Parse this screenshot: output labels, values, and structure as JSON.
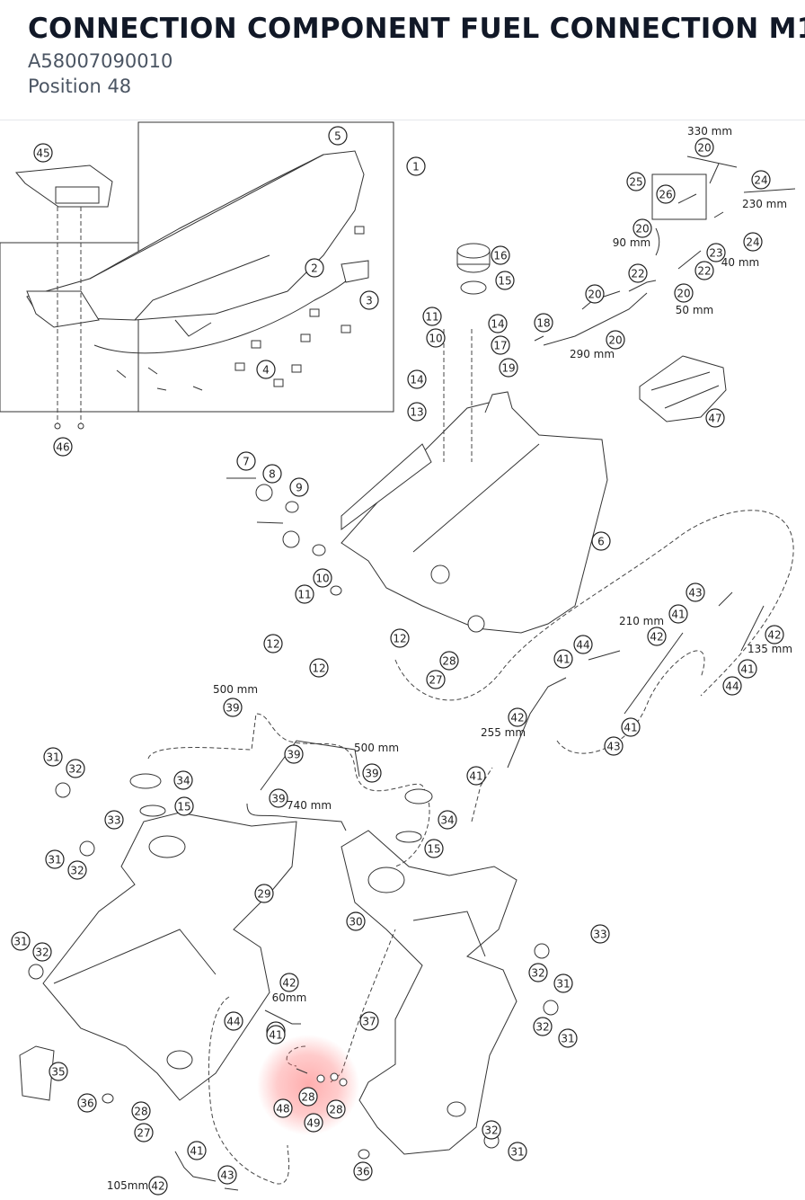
{
  "header": {
    "title": "CONNECTION COMPONENT FUEL CONNECTION M1",
    "part_number": "A58007090010",
    "position": "Position 48"
  },
  "highlight": {
    "position": "48",
    "color": "#ff6b6b"
  },
  "callouts": [
    {
      "n": "45"
    },
    {
      "n": "5"
    },
    {
      "n": "1"
    },
    {
      "n": "2"
    },
    {
      "n": "3"
    },
    {
      "n": "4"
    },
    {
      "n": "46"
    },
    {
      "n": "20"
    },
    {
      "n": "26"
    },
    {
      "n": "25"
    },
    {
      "n": "24"
    },
    {
      "n": "20"
    },
    {
      "n": "23"
    },
    {
      "n": "24"
    },
    {
      "n": "22"
    },
    {
      "n": "22"
    },
    {
      "n": "20"
    },
    {
      "n": "20"
    },
    {
      "n": "18"
    },
    {
      "n": "20"
    },
    {
      "n": "16"
    },
    {
      "n": "15"
    },
    {
      "n": "11"
    },
    {
      "n": "10"
    },
    {
      "n": "14"
    },
    {
      "n": "17"
    },
    {
      "n": "19"
    },
    {
      "n": "14"
    },
    {
      "n": "13"
    },
    {
      "n": "47"
    },
    {
      "n": "7"
    },
    {
      "n": "8"
    },
    {
      "n": "9"
    },
    {
      "n": "6"
    },
    {
      "n": "10"
    },
    {
      "n": "11"
    },
    {
      "n": "12"
    },
    {
      "n": "12"
    },
    {
      "n": "12"
    },
    {
      "n": "43"
    },
    {
      "n": "41"
    },
    {
      "n": "41"
    },
    {
      "n": "42"
    },
    {
      "n": "42"
    },
    {
      "n": "44"
    },
    {
      "n": "41"
    },
    {
      "n": "41"
    },
    {
      "n": "44"
    },
    {
      "n": "28"
    },
    {
      "n": "27"
    },
    {
      "n": "39"
    },
    {
      "n": "39"
    },
    {
      "n": "39"
    },
    {
      "n": "39"
    },
    {
      "n": "42"
    },
    {
      "n": "41"
    },
    {
      "n": "43"
    },
    {
      "n": "41"
    },
    {
      "n": "31"
    },
    {
      "n": "32"
    },
    {
      "n": "34"
    },
    {
      "n": "15"
    },
    {
      "n": "33"
    },
    {
      "n": "31"
    },
    {
      "n": "32"
    },
    {
      "n": "29"
    },
    {
      "n": "34"
    },
    {
      "n": "15"
    },
    {
      "n": "30"
    },
    {
      "n": "33"
    },
    {
      "n": "31"
    },
    {
      "n": "32"
    },
    {
      "n": "32"
    },
    {
      "n": "31"
    },
    {
      "n": "32"
    },
    {
      "n": "31"
    },
    {
      "n": "42"
    },
    {
      "n": "44"
    },
    {
      "n": "41"
    },
    {
      "n": "37"
    },
    {
      "n": "35"
    },
    {
      "n": "36"
    },
    {
      "n": "28"
    },
    {
      "n": "27"
    },
    {
      "n": "41"
    },
    {
      "n": "42"
    },
    {
      "n": "43"
    },
    {
      "n": "48"
    },
    {
      "n": "28"
    },
    {
      "n": "49"
    },
    {
      "n": "28"
    },
    {
      "n": "32"
    },
    {
      "n": "31"
    },
    {
      "n": "36"
    }
  ],
  "measurements": [
    {
      "label": "330 mm"
    },
    {
      "label": "230 mm"
    },
    {
      "label": "90 mm"
    },
    {
      "label": "40 mm"
    },
    {
      "label": "50 mm"
    },
    {
      "label": "290 mm"
    },
    {
      "label": "210 mm"
    },
    {
      "label": "135 mm"
    },
    {
      "label": "255 mm"
    },
    {
      "label": "500 mm"
    },
    {
      "label": "500 mm"
    },
    {
      "label": "740 mm"
    },
    {
      "label": "60mm"
    },
    {
      "label": "105mm"
    }
  ]
}
